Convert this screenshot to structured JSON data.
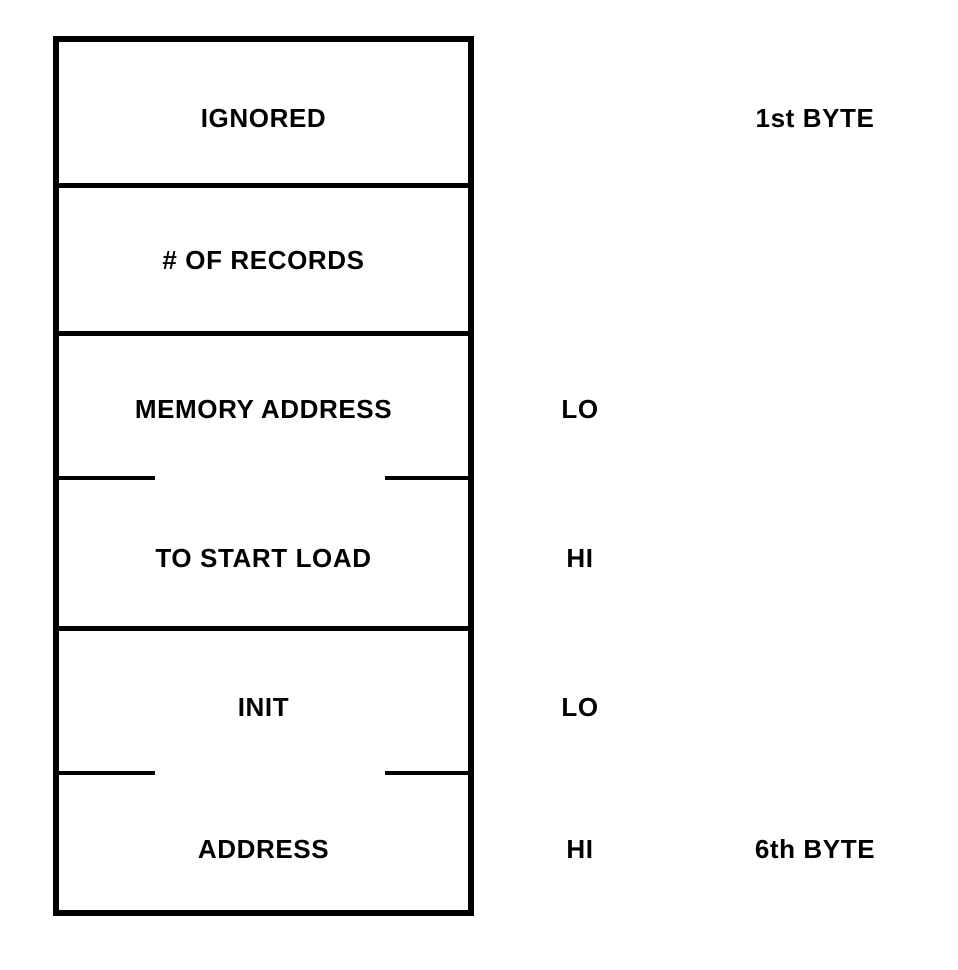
{
  "diagram": {
    "type": "byte-format-table",
    "title": "",
    "box": {
      "border_color": "#000000",
      "fill_color": "#ffffff"
    },
    "rows": [
      {
        "label": "IGNORED",
        "order": "",
        "byte_note": "1st BYTE",
        "divider_below": "full"
      },
      {
        "label": "# OF RECORDS",
        "order": "",
        "byte_note": "",
        "divider_below": "full"
      },
      {
        "label": "MEMORY ADDRESS",
        "order": "LO",
        "byte_note": "",
        "divider_below": "broken"
      },
      {
        "label": "TO START LOAD",
        "order": "HI",
        "byte_note": "",
        "divider_below": "full"
      },
      {
        "label": "INIT",
        "order": "LO",
        "byte_note": "",
        "divider_below": "broken"
      },
      {
        "label": "ADDRESS",
        "order": "HI",
        "byte_note": "6th BYTE",
        "divider_below": "none"
      }
    ]
  }
}
